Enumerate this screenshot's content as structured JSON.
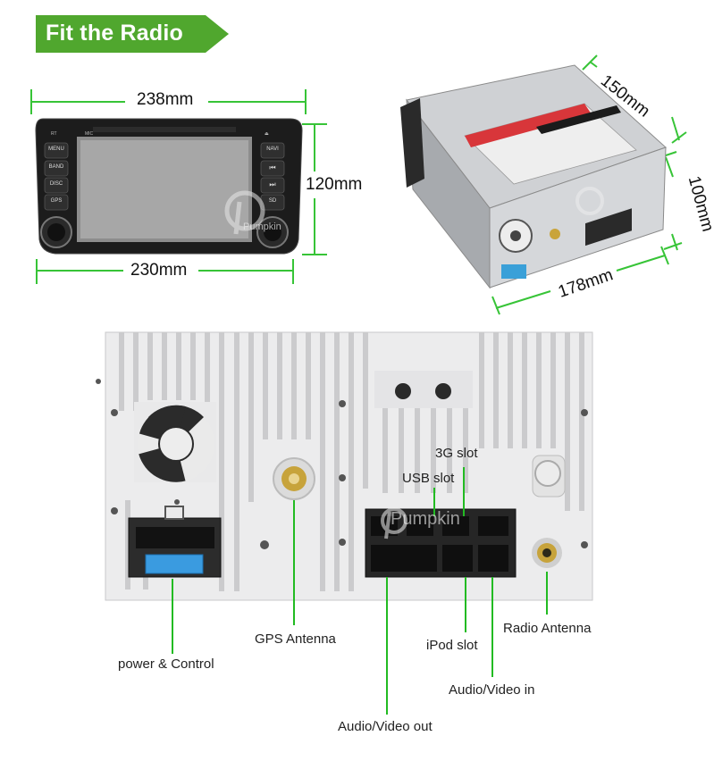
{
  "header": {
    "title": "Fit the Radio"
  },
  "front_view": {
    "width_top": "238mm",
    "height": "120mm",
    "width_bottom": "230mm",
    "buttons_left": [
      "MENU",
      "BAND",
      "DISC",
      "GPS"
    ],
    "buttons_right": [
      "NAVI",
      "⏮",
      "⏭",
      "SD"
    ],
    "watermark": "Pumpkin"
  },
  "side_view": {
    "depth": "150mm",
    "height": "100mm",
    "width": "178mm"
  },
  "back_panel": {
    "labels": {
      "slot_3g": "3G slot",
      "usb_slot": "USB slot",
      "gps_antenna": "GPS Antenna",
      "radio_antenna": "Radio Antenna",
      "ipod_slot": "iPod slot",
      "power_control": "power & Control",
      "av_in": "Audio/Video in",
      "av_out": "Audio/Video out"
    },
    "watermark": "Pumpkin"
  },
  "colors": {
    "banner": "#50a72e",
    "dimension_line": "#37c437",
    "callout_line": "#22bb22"
  }
}
